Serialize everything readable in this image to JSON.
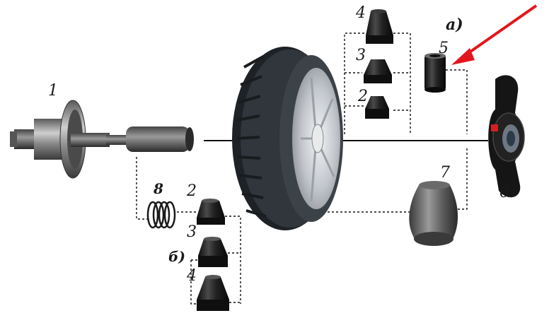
{
  "labels": {
    "n1": "1",
    "n2_top": "2",
    "n3_top": "3",
    "n4_top": "4",
    "n5": "5",
    "n6": "6",
    "n7": "7",
    "n8": "8",
    "n2_bottom": "2",
    "n3_bottom": "3",
    "n4_bottom": "4",
    "group_a": "а)",
    "group_b": "б)"
  },
  "colors": {
    "arrow": "#e3161d",
    "line": "#111111",
    "cone": "#1c1c1c",
    "tire": "#2b2f33",
    "rim": "#c9ccd0"
  }
}
